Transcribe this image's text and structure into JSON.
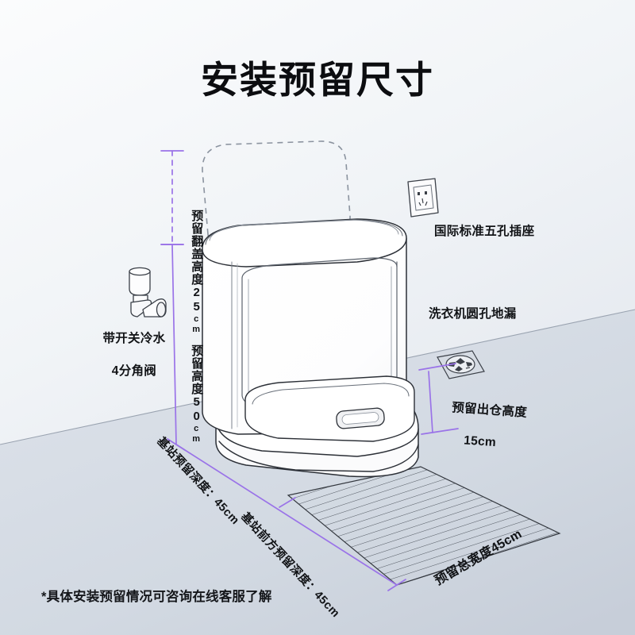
{
  "title": "安装预留尺寸",
  "footnote": "*具体安装预留情况可咨询在线客服了解",
  "colors": {
    "dimension_line": "#9a73e8",
    "outline": "#2b2f36",
    "floor": "#ccd3dd",
    "wall_light": "#f6f8fa",
    "text": "#111316"
  },
  "dimensions": {
    "lid_height": {
      "label": "预留翻盖高度",
      "value": "25",
      "unit": "cm"
    },
    "total_height": {
      "label": "预留高度",
      "value": "50",
      "unit": "cm"
    },
    "bay_height": {
      "label": "预留出仓高度",
      "value": "15cm"
    },
    "base_depth": {
      "label": "基站预留深度：45cm"
    },
    "front_depth": {
      "label": "基站前方预留深度：45cm"
    },
    "total_width": {
      "label": "预留总宽度45cm"
    }
  },
  "annotations": {
    "valve": {
      "line1": "带开关冷水",
      "line2": "4分角阀"
    },
    "socket": {
      "label": "国际标准五孔插座"
    },
    "drain": {
      "label": "洗衣机圆孔地漏"
    }
  },
  "icons": {
    "valve": "angle-valve-icon",
    "socket": "wall-socket-icon",
    "drain": "floor-drain-icon",
    "station": "robot-base-station-icon",
    "lid": "open-lid-outline-icon",
    "mat": "hatched-floor-area-icon"
  }
}
